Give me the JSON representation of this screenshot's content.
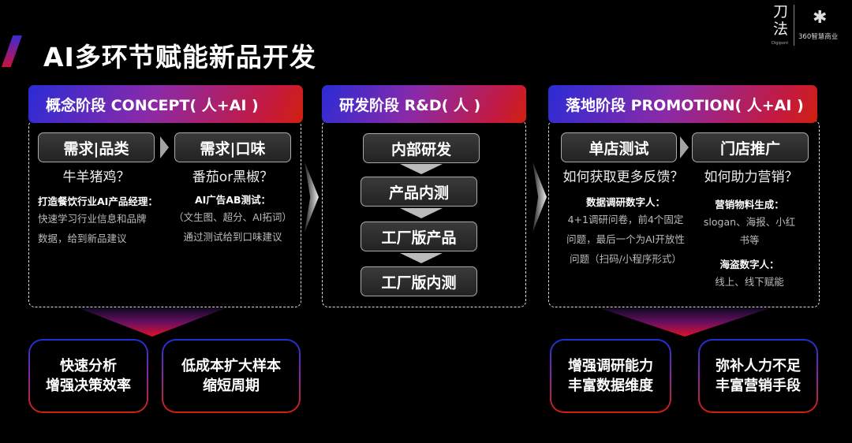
{
  "title": "AI多环节赋能新品开发",
  "logo": {
    "dao": "刀法",
    "dao_sub": "Digipont",
    "brand": "360智慧商业"
  },
  "stages": [
    {
      "header": "概念阶段 CONCEPT( 人+AI )",
      "steps": [
        {
          "label": "需求|品类",
          "question": "牛羊猪鸡？",
          "heading": "打造餐饮行业AI产品经理：",
          "lines": [
            "快速学习行业信息和品牌",
            "数据，给到新品建议"
          ]
        },
        {
          "label": "需求|口味",
          "question": "番茄or黑椒？",
          "heading": "AI广告AB测试：",
          "lines": [
            "（文生图、超分、AI拓词）",
            "通过测试给到口味建议"
          ]
        }
      ],
      "results": [
        [
          "快速分析",
          "增强决策效率"
        ],
        [
          "低成本扩大样本",
          "缩短周期"
        ]
      ]
    },
    {
      "header": "研发阶段 R&D( 人 )",
      "steps": [
        "内部研发",
        "产品内测",
        "工厂版产品",
        "工厂版内测"
      ]
    },
    {
      "header": "落地阶段 PROMOTION( 人+AI )",
      "steps": [
        {
          "label": "单店测试",
          "question": "如何获取更多反馈？",
          "heading": "数据调研数字人：",
          "lines": [
            "4+1调研问卷，前4个固定",
            "问题，最后一个为AI开放性",
            "问题（扫码/小程序形式）"
          ]
        },
        {
          "label": "门店推广",
          "question": "如何助力营销？",
          "heading": "营销物料生成：",
          "lines": [
            "slogan、海报、小红",
            "书等"
          ],
          "heading2": "海盗数字人：",
          "lines2": [
            "线上、线下赋能"
          ]
        }
      ],
      "results": [
        [
          "增强调研能力",
          "丰富数据维度"
        ],
        [
          "弥补人力不足",
          "丰富营销手段"
        ]
      ]
    }
  ]
}
